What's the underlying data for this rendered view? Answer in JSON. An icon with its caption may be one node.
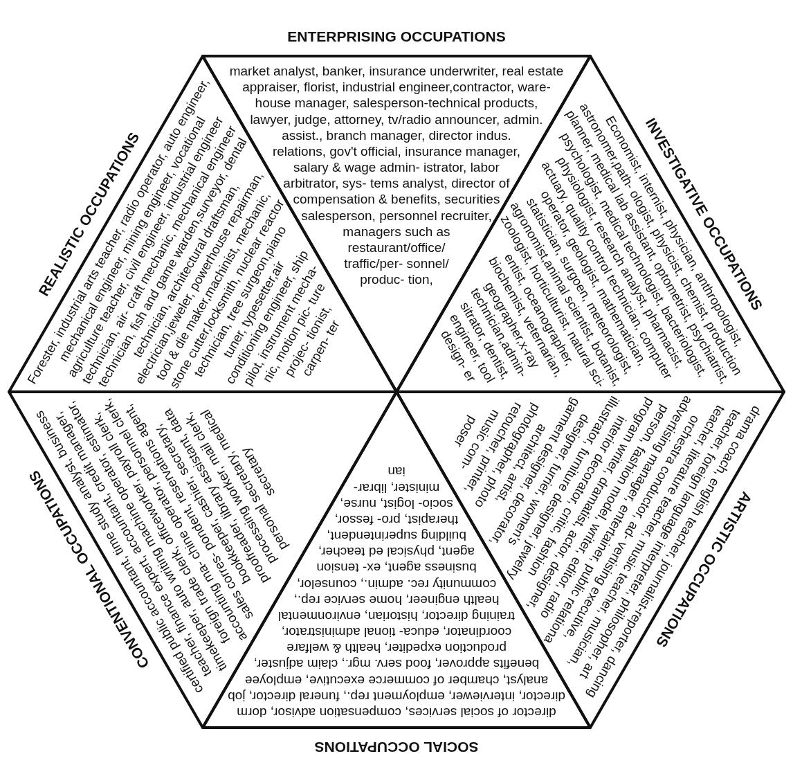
{
  "diagram": {
    "nodes": [
      {
        "text": [
          "ENTERPRISING OCCUPATIONS",
          "market analyst, banker, insurance underwriter, real estate appraiser, florist, industrial engineer,contractor, ware- house manager, salesperson-technical products, lawyer, judge, attorney, tv/radio announcer, admin. assist., branch manager, director indus. relations, gov't official, insurance manager, salary & wage admin- istrator, labor arbitrator, sys- tems analyst, director of compensation & benefits, securities salesperson, personnel recruiter, managers such as restaurant/office/ traffic/per- sonnel/ produc- tion,"
        ]
      },
      {
        "text": [
          "REALISTIC OCCUPATIONS",
          "Forester, industrial arts teacher, radio operator, auto engineer, mechanical engineer, mining engineer, vocational agriculture teacher, civil engineer, industrial engineer technician, air- craft mechanic, mechanical engineer technician, fish and game warden,surveyor, dental technician, architectural draftsman, electrician,jeweler, powerhouse repairman, tool & die maker,machinist, mechanic, stone cutter,locksmith, nuclear reactor technician, tree surgeon,piano tuner, typesetter,air conditioning engineer, ship pilot, instrument mecha- nic, motion pic- ture projec- tionist, carpen- ter"
        ]
      },
      {
        "text": [
          "INVESTIGATIVE OCCUPATIONS",
          "Economist, internist, physician, anthropologist, astronomer,path- ologist, physicist, chemist, production planner, medical lab assistant, optometrist, psychiatrist, psychologist, medical technologist, bacteriologist, physiologist, research analyst, pharmacist, actuary, quality control technician, computer operator, geologist, mathematician, statistician, surgoen, meteorologist, agronomist,animal scientist, botanist, zoologist, horticulturist, natural sci- entist, oceanographer, biochemist, veternarian, geographer,x-ray technician,admin- sitrator, dentist, engineer, tool design- er"
        ]
      },
      {
        "text": [
          "CONVENTIONAL OCCUPATIONS",
          "certified public accountant, time study analyst, business teacher, finance expert, accountant, credit manager, timekeeper, auto writing machine operator, estimator, foreign trade clerk, officeworker, payroll clerk, accounting ma- chine operator, personnel clerk, sales corres- pondent, reservations agent, bookkeeper, cashier, secretary, proofreader, library assistant, data processing worker, mail clerk, personal secretary, medical secretary"
        ]
      },
      {
        "text": [
          "ARTISTIC OCCUPATIONS",
          "drama coach, english teacher, journalist-reporter, dancing teacher, foreign language interpreter, philosopher, art teacher, literature teacher, music teacher, musician, orchestra conductor, ad- vertising executive, advertising manager, entertainer, public relationa person, fashion model, writer, editor, radio program writer, dramatist, actor, designer, interior decorator, critic, fashion illustrator, furniture designer, jewelry designer, furrier, women's garment designer, decorator, architect, artist, photographer, photo retoucher, printer, music com- poser"
        ]
      },
      {
        "text": [
          "SOCIAL OCCUPATIONS",
          "director of social services, compensation advisor, dorm director, interviewer, employment rep., funeral director, job analyst, chamber of commerce executive, employee benefits approver, food serv. mgr., claim adjuster, production expediter, health & welfare coordinator, educa- tional administrator, training director, historian, environmental health engineer, home service rep., community rec. admin., counselor, business agent, ex- tension agent, physical ed teacher, building superintendent, therapist, pro- fessor, socio- logist, nurse, minister, librar- ian"
        ]
      }
    ]
  }
}
